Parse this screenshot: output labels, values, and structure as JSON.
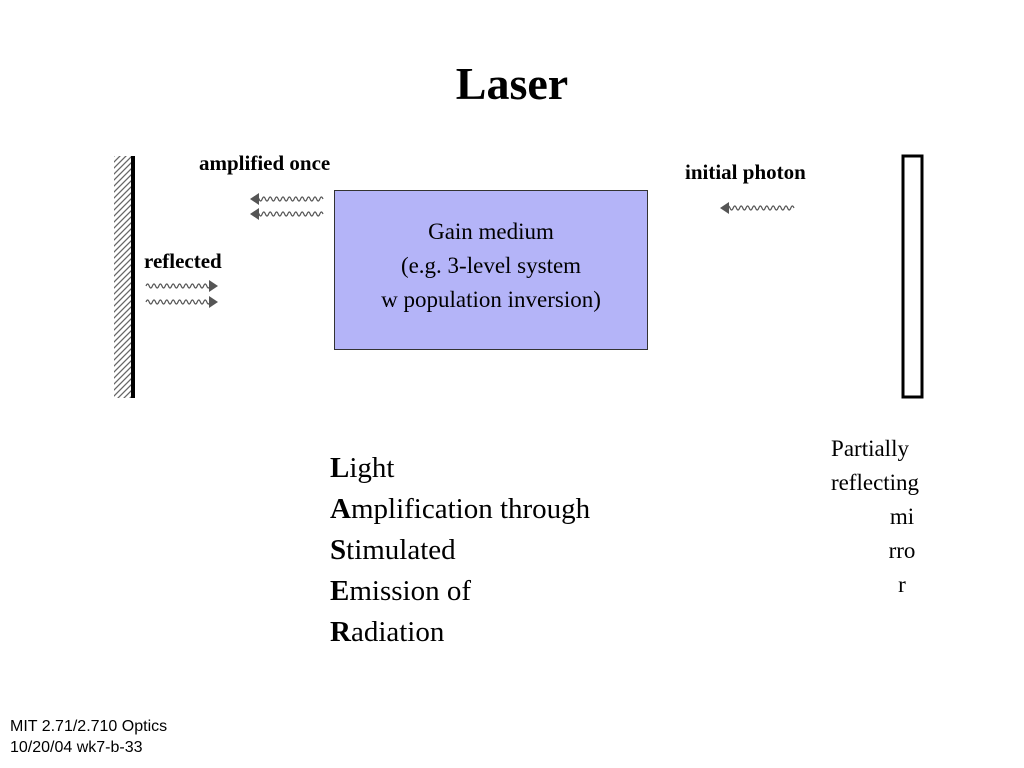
{
  "slide": {
    "title": "Laser",
    "labels": {
      "amplified_once": "amplified once",
      "initial_photon": "initial photon",
      "reflected": "reflected"
    },
    "gain_medium": {
      "lines": [
        "Gain medium",
        "(e.g. 3-level system",
        "w population inversion)"
      ]
    },
    "acronym": [
      {
        "initial": "L",
        "rest": "ight"
      },
      {
        "initial": "A",
        "rest": "mplification through"
      },
      {
        "initial": "S",
        "rest": "timulated"
      },
      {
        "initial": "E",
        "rest": "mission of"
      },
      {
        "initial": "R",
        "rest": "adiation"
      }
    ],
    "partial_mirror_label": [
      "Partially",
      "reflecting",
      "mi",
      "rro",
      "r"
    ],
    "footer": {
      "line1": "MIT 2.71/2.710 Optics",
      "line2": "10/20/04 wk7-b-33"
    },
    "colors": {
      "gain_medium_fill": "#b4b4f8",
      "photon_wave": "#555555"
    },
    "icons": [
      "full-mirror-icon",
      "partial-mirror-icon",
      "photon-wave-icon"
    ]
  }
}
